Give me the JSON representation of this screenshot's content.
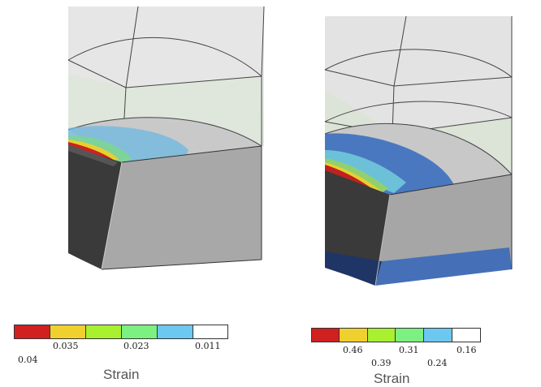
{
  "left_panel": {
    "legend": {
      "title": "Strain",
      "colors": [
        "#d12020",
        "#f0d02e",
        "#a8f030",
        "#7cf080",
        "#6cc8f0",
        "#ffffff"
      ],
      "ticks": [
        "0.04",
        "0.035",
        "0.023",
        "0.011"
      ]
    }
  },
  "right_panel": {
    "legend": {
      "title": "Strain",
      "colors": [
        "#d12020",
        "#f0d02e",
        "#a8f030",
        "#7cf080",
        "#6cc8f0",
        "#ffffff"
      ],
      "ticks": [
        "0.46",
        "0.39",
        "0.31",
        "0.24",
        "0.16"
      ]
    }
  }
}
